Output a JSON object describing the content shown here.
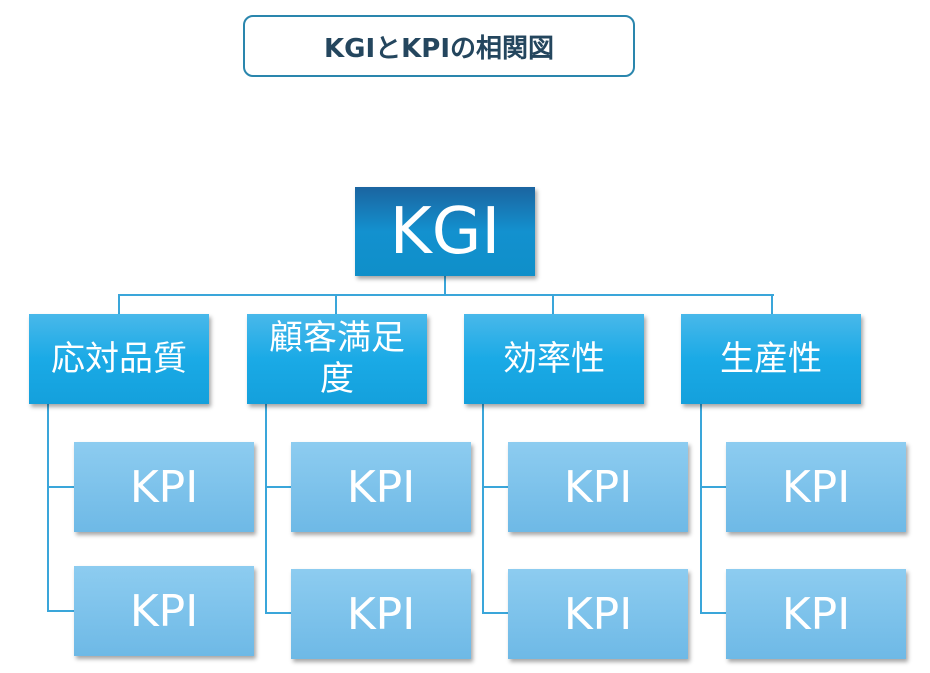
{
  "title": "KGIとKPIの相関図",
  "root": {
    "label": "KGI"
  },
  "categories": [
    {
      "label": "応対品質",
      "kpis": [
        "KPI",
        "KPI"
      ]
    },
    {
      "label": "顧客満足度",
      "kpis": [
        "KPI",
        "KPI"
      ]
    },
    {
      "label": "効率性",
      "kpis": [
        "KPI",
        "KPI"
      ]
    },
    {
      "label": "生産性",
      "kpis": [
        "KPI",
        "KPI"
      ]
    }
  ]
}
